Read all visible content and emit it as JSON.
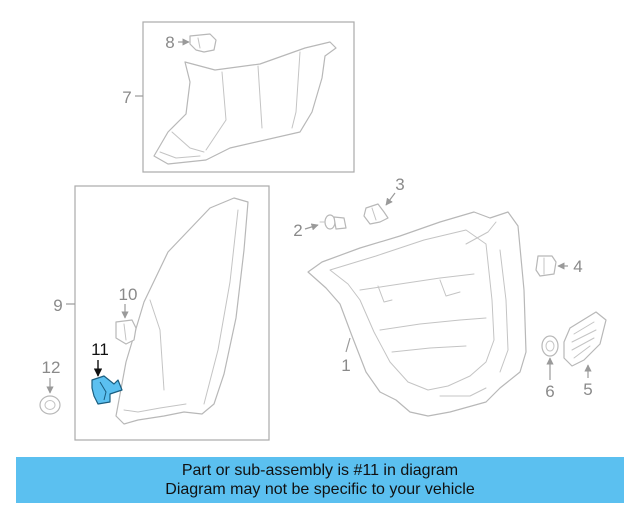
{
  "callouts": {
    "c1": "1",
    "c2": "2",
    "c3": "3",
    "c4": "4",
    "c5": "5",
    "c6": "6",
    "c7": "7",
    "c8": "8",
    "c9": "9",
    "c10": "10",
    "c11": "11",
    "c12": "12"
  },
  "highlight_color": "#5bc0f0",
  "selected_part": "11",
  "banner": {
    "line1": "Part or sub-assembly is #11 in diagram",
    "line2": "Diagram may not be specific to your vehicle"
  }
}
